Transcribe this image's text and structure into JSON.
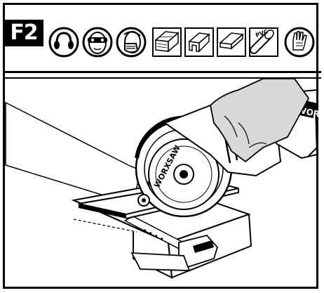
{
  "figure": {
    "label": "F2"
  },
  "icons": [
    {
      "name": "ear-protection-icon"
    },
    {
      "name": "eye-protection-icon"
    },
    {
      "name": "dust-mask-icon"
    },
    {
      "name": "wood-material-icon"
    },
    {
      "name": "metal-profile-material-icon"
    },
    {
      "name": "tile-material-icon"
    },
    {
      "name": "pvc-pipe-material-icon",
      "label": "PVC"
    },
    {
      "name": "work-gloves-icon"
    }
  ],
  "illustration": {
    "blade_brand": "WORXSAW",
    "motor_brand": "WORX"
  }
}
